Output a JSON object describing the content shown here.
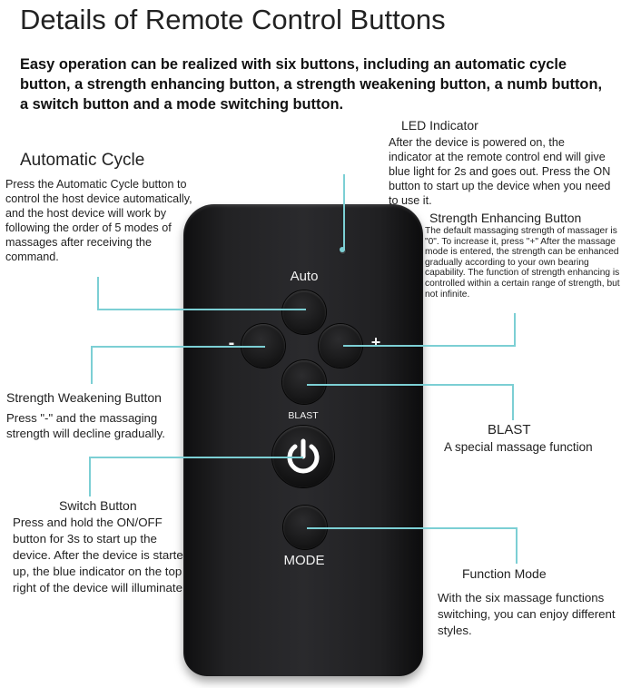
{
  "title": "Details of Remote Control Buttons",
  "intro": "Easy operation can be realized with six buttons, including an automatic cycle button, a strength enhancing button, a strength weakening button, a numb button, a switch button and a mode switching button.",
  "callouts": {
    "automatic_cycle": {
      "heading": "Automatic Cycle",
      "text": "Press the Automatic Cycle button to control the host device automatically, and the host device will work by following the order of 5 modes of massages after receiving the command."
    },
    "led_indicator": {
      "heading": "LED Indicator",
      "text": "After the device is powered on, the indicator at the remote control end will give blue light for 2s and goes out. Press the ON button to start up the device when you need to use it."
    },
    "strength_enhancing": {
      "heading": "Strength Enhancing Button",
      "text": "The default massaging strength of massager is \"0\". To increase it, press \"+\" After the massage mode is entered, the strength can be enhanced gradually according to your own bearing capability. The function of strength enhancing is controlled within a certain range of strength, but not infinite."
    },
    "strength_weakening": {
      "heading": "Strength Weakening Button",
      "text": "Press \"-\" and the massaging strength will decline gradually."
    },
    "blast": {
      "heading": "BLAST",
      "text": "A special massage function"
    },
    "switch_button": {
      "heading": "Switch Button",
      "text": "Press and hold the ON/OFF button for 3s to start up the device. After the device is started up, the blue indicator on the top right of the device will illuminate."
    },
    "function_mode": {
      "heading": "Function Mode",
      "text": "With the six massage functions switching, you can enjoy different styles."
    }
  },
  "remote": {
    "auto_label": "Auto",
    "minus_label": "-",
    "plus_label": "+",
    "blast_label": "BLAST",
    "mode_label": "MODE",
    "power_icon": "power-icon",
    "led_icon": "led-dot-icon"
  },
  "colors": {
    "leader_line": "#7ccfd4",
    "remote_body": "#222224"
  }
}
